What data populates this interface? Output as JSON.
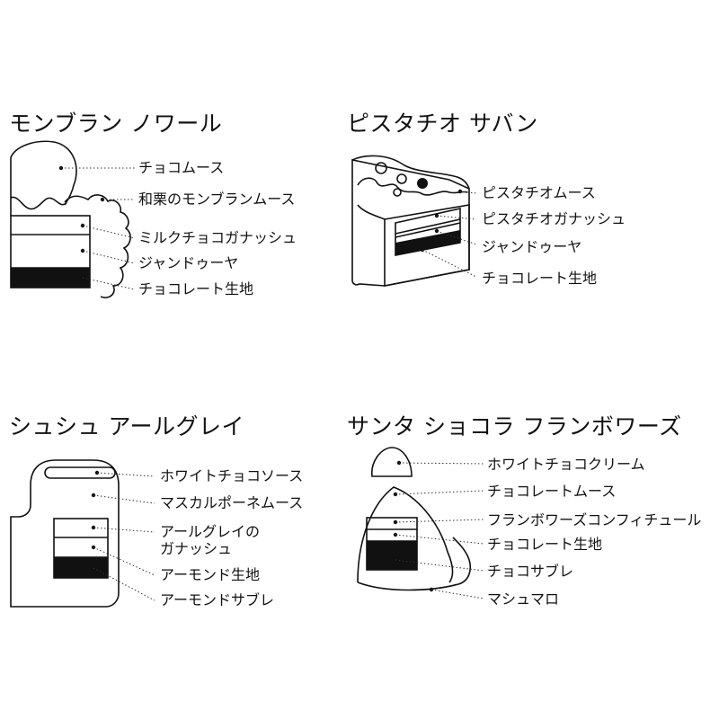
{
  "cakes": [
    {
      "title": "モンブラン ノワール",
      "labels": [
        "チョコムース",
        "和栗のモンブランムース",
        "ミルクチョコガナッシュ",
        "ジャンドゥーヤ",
        "チョコレート生地"
      ]
    },
    {
      "title": "ピスタチオ サバン",
      "labels": [
        "ピスタチオムース",
        "ピスタチオガナッシュ",
        "ジャンドゥーヤ",
        "チョコレート生地"
      ]
    },
    {
      "title": "シュシュ アールグレイ",
      "labels": [
        "ホワイトチョコソース",
        "マスカルポーネムース",
        "アールグレイの",
        "ガナッシュ",
        "アーモンド生地",
        "アーモンドサブレ"
      ]
    },
    {
      "title": "サンタ ショコラ フランボワーズ",
      "labels": [
        "ホワイトチョコクリーム",
        "チョコレートムース",
        "フランボワーズコンフィチュール",
        "チョコレート生地",
        "チョコサブレ",
        "マシュマロ"
      ]
    }
  ]
}
